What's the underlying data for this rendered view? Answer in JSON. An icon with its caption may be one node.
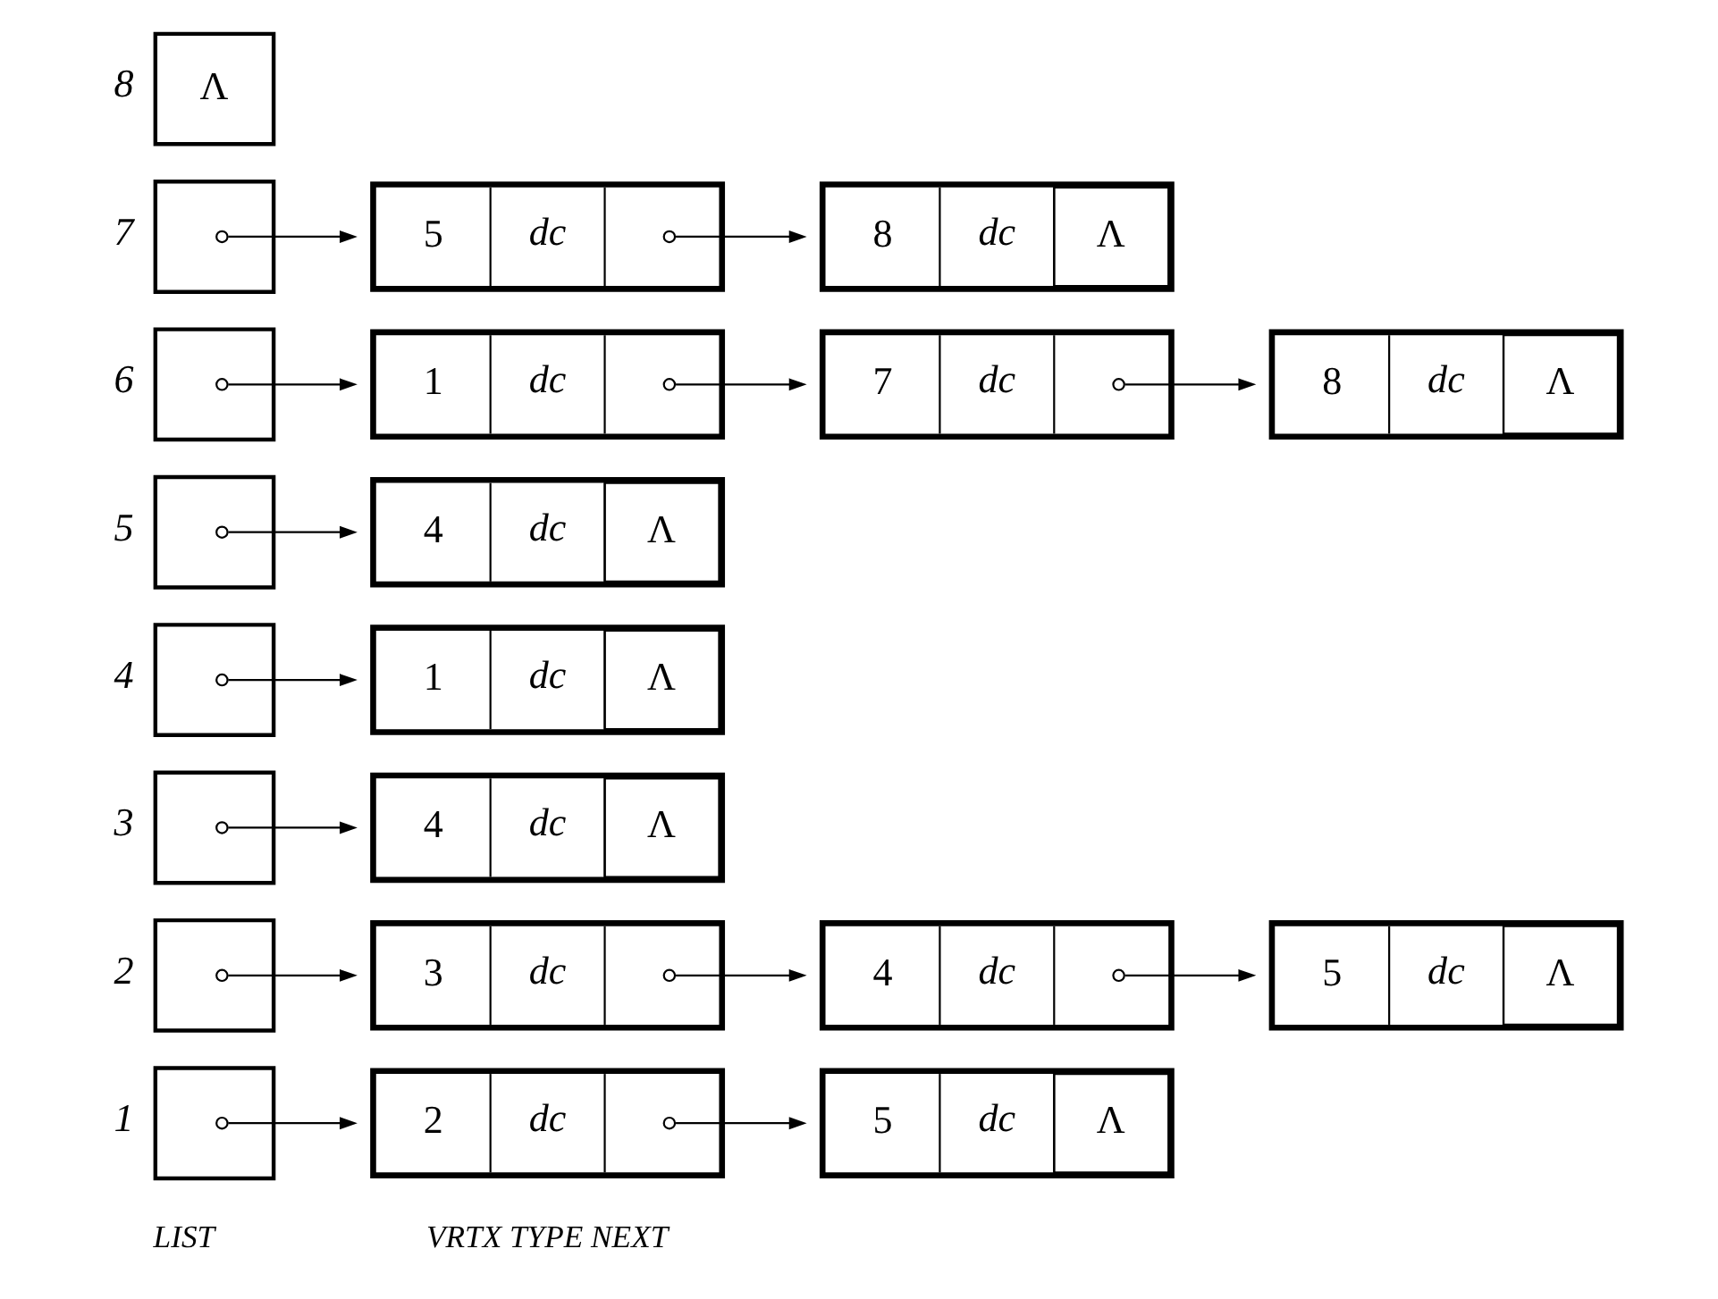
{
  "diagram": {
    "nodes": [
      {
        "text": [],
        "shape": "box",
        "beside": [
          "1"
        ]
      },
      {
        "text": [],
        "shape": "box",
        "beside": [
          "2"
        ]
      },
      {
        "text": [],
        "shape": "box",
        "beside": [
          "3"
        ]
      },
      {
        "text": [],
        "shape": "box",
        "beside": [
          "4"
        ]
      },
      {
        "text": [],
        "shape": "box",
        "beside": [
          "5"
        ]
      },
      {
        "text": [],
        "shape": "box",
        "beside": [
          "6"
        ]
      },
      {
        "text": [],
        "shape": "box",
        "beside": [
          "7"
        ]
      },
      {
        "text": [
          "Λ"
        ],
        "beside": [
          "8"
        ]
      },
      {
        "text": [
          "2",
          "dc"
        ]
      },
      {
        "text": [
          "5",
          "dc",
          "Λ"
        ]
      },
      {
        "text": [
          "3",
          "dc"
        ]
      },
      {
        "text": [
          "4",
          "dc"
        ]
      },
      {
        "text": [
          "5",
          "dc",
          "Λ"
        ]
      },
      {
        "text": [
          "4",
          "dc",
          "Λ"
        ]
      },
      {
        "text": [
          "1",
          "dc",
          "Λ"
        ]
      },
      {
        "text": [
          "4",
          "dc",
          "Λ"
        ]
      },
      {
        "text": [
          "1",
          "dc"
        ]
      },
      {
        "text": [
          "7",
          "dc"
        ]
      },
      {
        "text": [
          "8",
          "dc",
          "Λ"
        ]
      },
      {
        "text": [
          "5",
          "dc"
        ]
      },
      {
        "text": [
          "8",
          "dc",
          "Λ"
        ]
      }
    ],
    "edges": [
      {
        "from": 0,
        "to": 8,
        "arrow": "to"
      },
      {
        "from": 8,
        "to": 9,
        "arrow": "to"
      },
      {
        "from": 1,
        "to": 10,
        "arrow": "to"
      },
      {
        "from": 10,
        "to": 11,
        "arrow": "to"
      },
      {
        "from": 11,
        "to": 12,
        "arrow": "to"
      },
      {
        "from": 2,
        "to": 13,
        "arrow": "to"
      },
      {
        "from": 3,
        "to": 14,
        "arrow": "to"
      },
      {
        "from": 4,
        "to": 15,
        "arrow": "to"
      },
      {
        "from": 5,
        "to": 16,
        "arrow": "to"
      },
      {
        "from": 16,
        "to": 17,
        "arrow": "to"
      },
      {
        "from": 17,
        "to": 18,
        "arrow": "to"
      },
      {
        "from": 6,
        "to": 19,
        "arrow": "to"
      },
      {
        "from": 19,
        "to": 20,
        "arrow": "to"
      }
    ],
    "labels": [
      "LIST",
      "VRTX TYPE NEXT"
    ]
  }
}
